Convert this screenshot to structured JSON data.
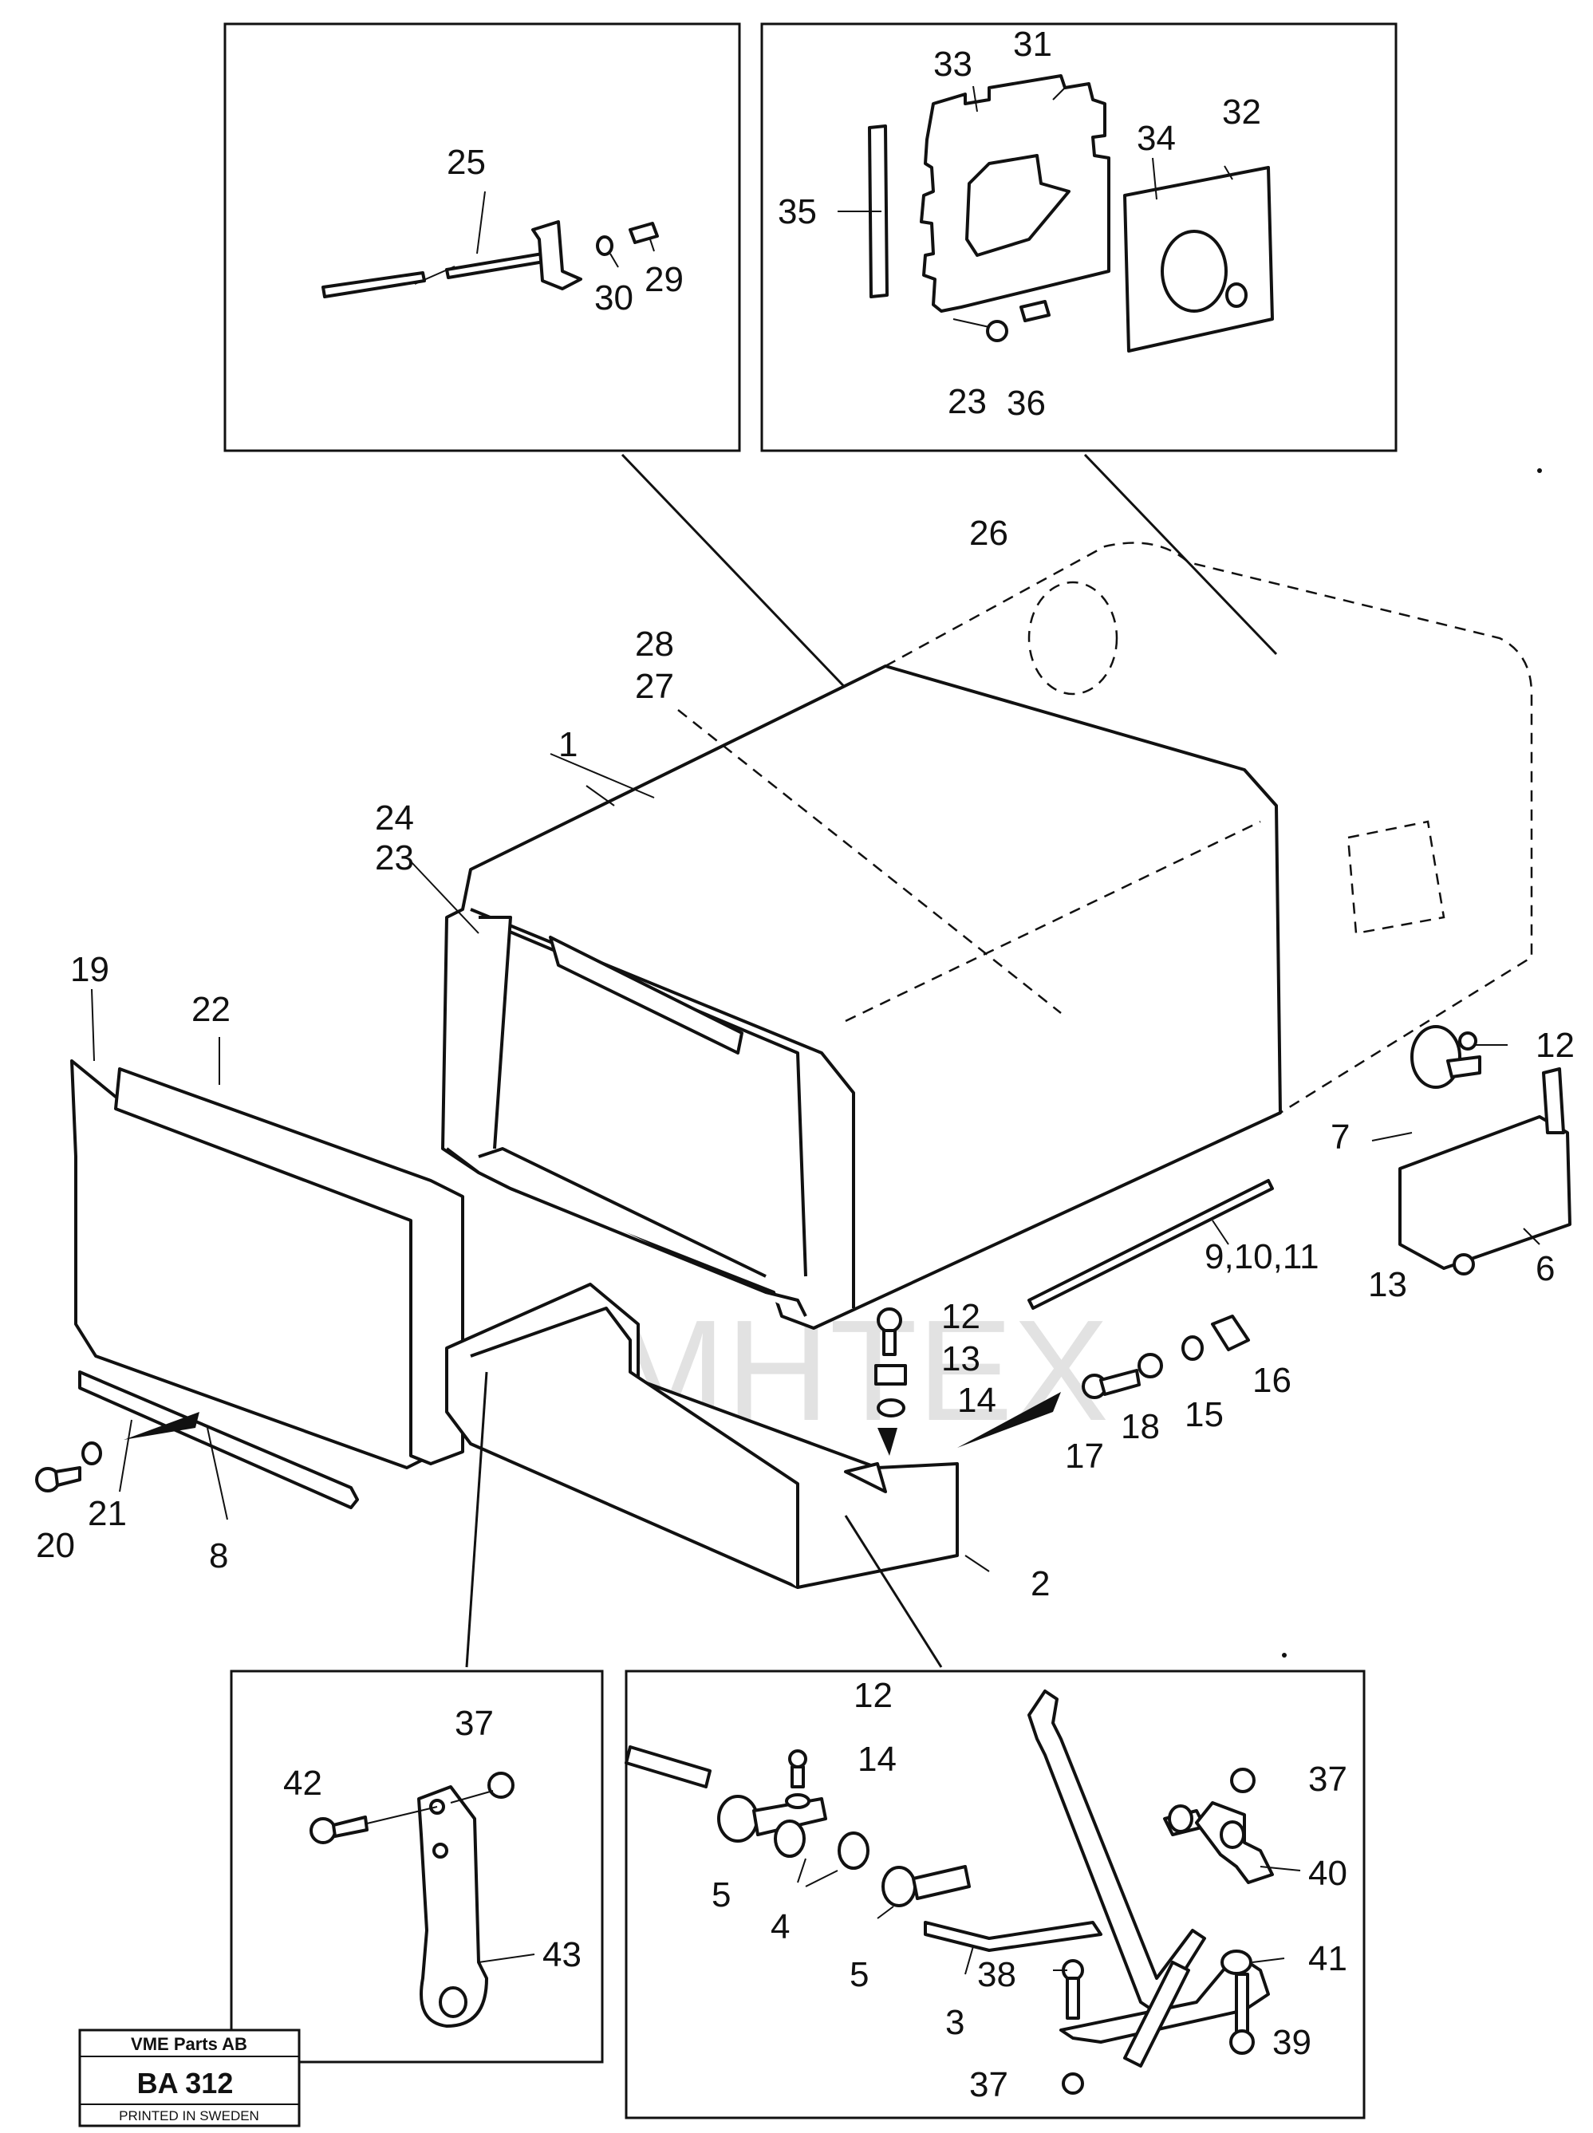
{
  "colors": {
    "ink": "#111111",
    "watermark": "#f08080",
    "background": "#ffffff"
  },
  "labels": {
    "p25": "25",
    "p30": "30",
    "p29": "29",
    "p33": "33",
    "p31": "31",
    "p34": "34",
    "p32": "32",
    "p35": "35",
    "p23a": "23",
    "p36": "36",
    "p26": "26",
    "p28": "28",
    "p27": "27",
    "p1": "1",
    "p24": "24",
    "p23b": "23",
    "p19": "19",
    "p22": "22",
    "p12a": "12",
    "p7": "7",
    "p6": "6",
    "p13a": "13",
    "p9_10_11": "9,10,11",
    "p12b": "12",
    "p13b": "13",
    "p14a": "14",
    "p16": "16",
    "p15": "15",
    "p18": "18",
    "p17": "17",
    "p20": "20",
    "p21": "21",
    "p8": "8",
    "p2": "2",
    "p37a": "37",
    "p42": "42",
    "p43": "43",
    "p12c": "12",
    "p14b": "14",
    "p37b": "37",
    "p40": "40",
    "p5a": "5",
    "p4": "4",
    "p5b": "5",
    "p41": "41",
    "p38": "38",
    "p3": "3",
    "p39": "39",
    "p37c": "37"
  },
  "title_block": {
    "company": "VME Parts AB",
    "code": "BA 312",
    "printed": "PRINTED IN SWEDEN"
  },
  "watermark": {
    "text": "MHTEX",
    "icon": "gear-logo-icon"
  }
}
